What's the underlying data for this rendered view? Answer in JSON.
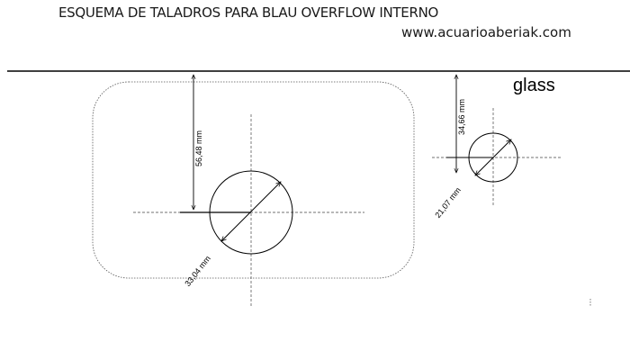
{
  "header": {
    "title": "ESQUEMA DE TALADROS PARA BLAU OVERFLOW INTERNO",
    "url": "www.acuarioaberiak.com"
  },
  "labels": {
    "glass": "glass",
    "big_hole_offset": "56,48 mm",
    "big_hole_diameter": "33,04 mm",
    "small_hole_offset": "34,66 mm",
    "small_hole_diameter": "21,07 mm"
  }
}
